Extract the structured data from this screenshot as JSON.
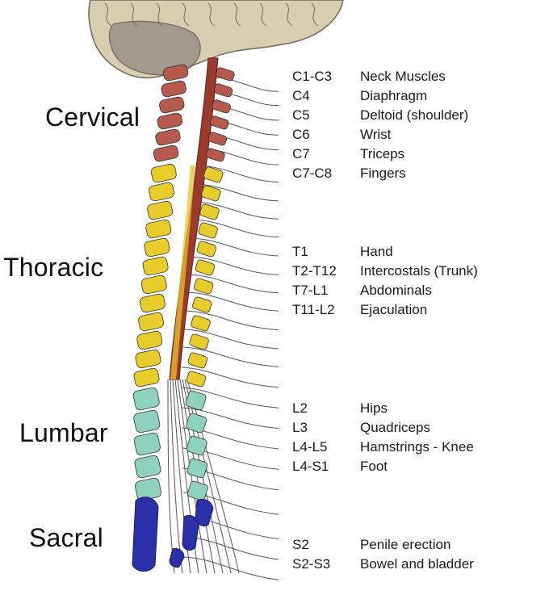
{
  "regions": [
    {
      "id": "cervical",
      "label": "Cervical",
      "color": "#b55a4c"
    },
    {
      "id": "thoracic",
      "label": "Thoracic",
      "color": "#e8cc2c"
    },
    {
      "id": "lumbar",
      "label": "Lumbar",
      "color": "#8ed1bd"
    },
    {
      "id": "sacral",
      "label": "Sacral",
      "color": "#2b2fa8"
    }
  ],
  "groups": [
    {
      "region": "cervical",
      "rows": [
        {
          "level": "C1-C3",
          "function": "Neck Muscles"
        },
        {
          "level": "C4",
          "function": "Diaphragm"
        },
        {
          "level": "C5",
          "function": "Deltoid (shoulder)"
        },
        {
          "level": "C6",
          "function": "Wrist"
        },
        {
          "level": "C7",
          "function": "Triceps"
        },
        {
          "level": "C7-C8",
          "function": "Fingers"
        }
      ]
    },
    {
      "region": "thoracic",
      "rows": [
        {
          "level": "T1",
          "function": "Hand"
        },
        {
          "level": "T2-T12",
          "function": "Intercostals (Trunk)"
        },
        {
          "level": "T7-L1",
          "function": "Abdominals"
        },
        {
          "level": "T11-L2",
          "function": "Ejaculation"
        }
      ]
    },
    {
      "region": "lumbar",
      "rows": [
        {
          "level": "L2",
          "function": "Hips"
        },
        {
          "level": "L3",
          "function": "Quadriceps"
        },
        {
          "level": "L4-L5",
          "function": "Hamstrings - Knee"
        },
        {
          "level": "L4-S1",
          "function": "Foot"
        }
      ]
    },
    {
      "region": "sacral",
      "rows": [
        {
          "level": "S2",
          "function": "Penile erection"
        },
        {
          "level": "S2-S3",
          "function": "Bowel and bladder"
        }
      ]
    }
  ],
  "colors": {
    "brain": "#d9cdb0",
    "cord": "#9c3a2c",
    "nerve": "#555555"
  }
}
